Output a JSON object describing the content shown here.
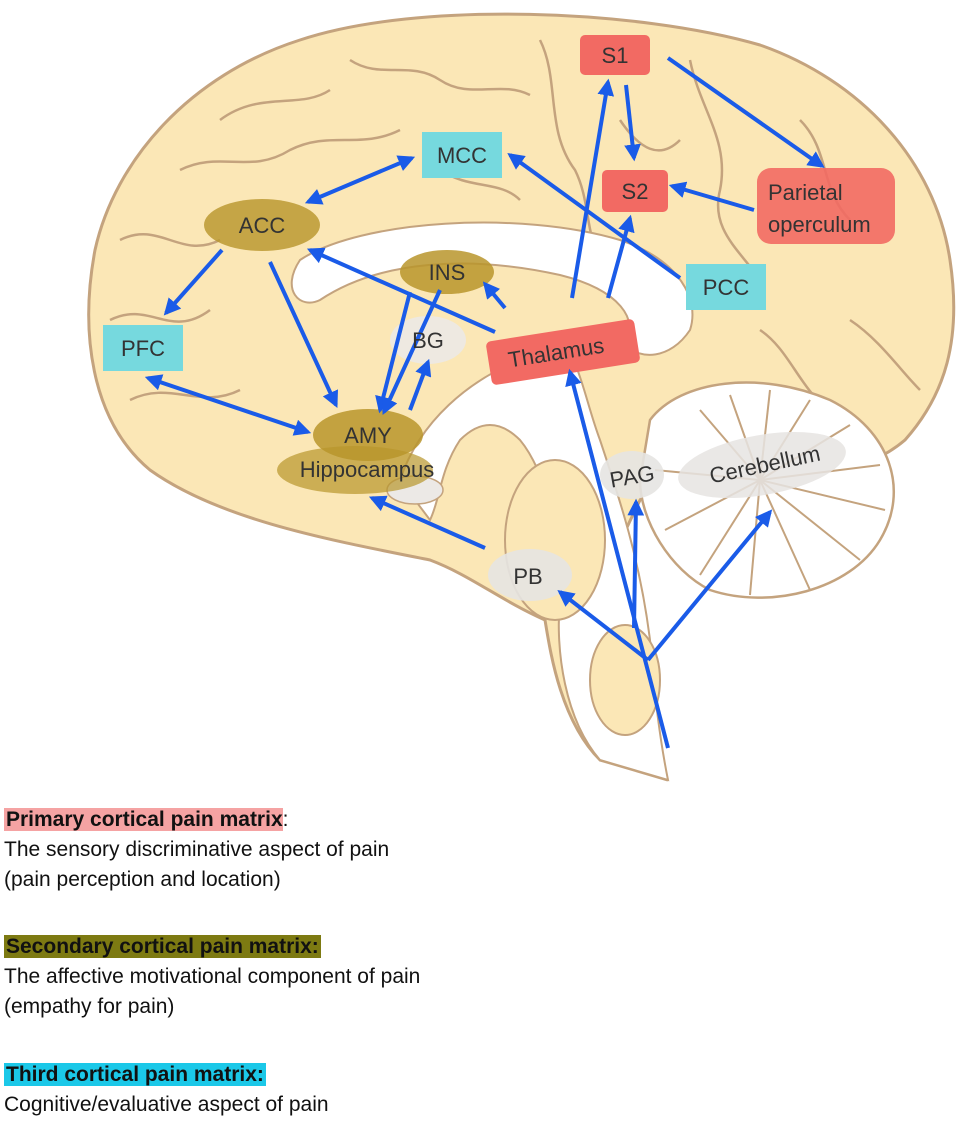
{
  "regions": {
    "s1": "S1",
    "s2": "S2",
    "parietal_line1": "Parietal",
    "parietal_line2": "operculum",
    "thalamus": "Thalamus",
    "mcc": "MCC",
    "pcc": "PCC",
    "pfc": "PFC",
    "acc": "ACC",
    "ins": "INS",
    "amy": "AMY",
    "hippocampus": "Hippocampus",
    "bg": "BG",
    "pag": "PAG",
    "pb": "PB",
    "cerebellum": "Cerebellum"
  },
  "colors": {
    "primary": "#f26a63",
    "secondary": "#b8952b",
    "third": "#76d9de",
    "arrow": "#1a5be8",
    "brain_fill": "#fbe7b6",
    "brain_outline": "#c4a37e",
    "legend_primary": "#f5a3a3",
    "legend_secondary": "#7d7a12",
    "legend_third": "#1bc8e8"
  },
  "legend": {
    "primary": {
      "title": "Primary cortical pain matrix",
      "suffix": ":",
      "line1": "The sensory discriminative aspect of pain",
      "line2": "(pain perception and location)"
    },
    "secondary": {
      "title": "Secondary cortical pain matrix:",
      "line1": "The affective motivational component of pain",
      "line2": "(empathy for pain)"
    },
    "third": {
      "title": "Third cortical pain matrix:",
      "line1": "Cognitive/evaluative aspect of pain"
    }
  }
}
